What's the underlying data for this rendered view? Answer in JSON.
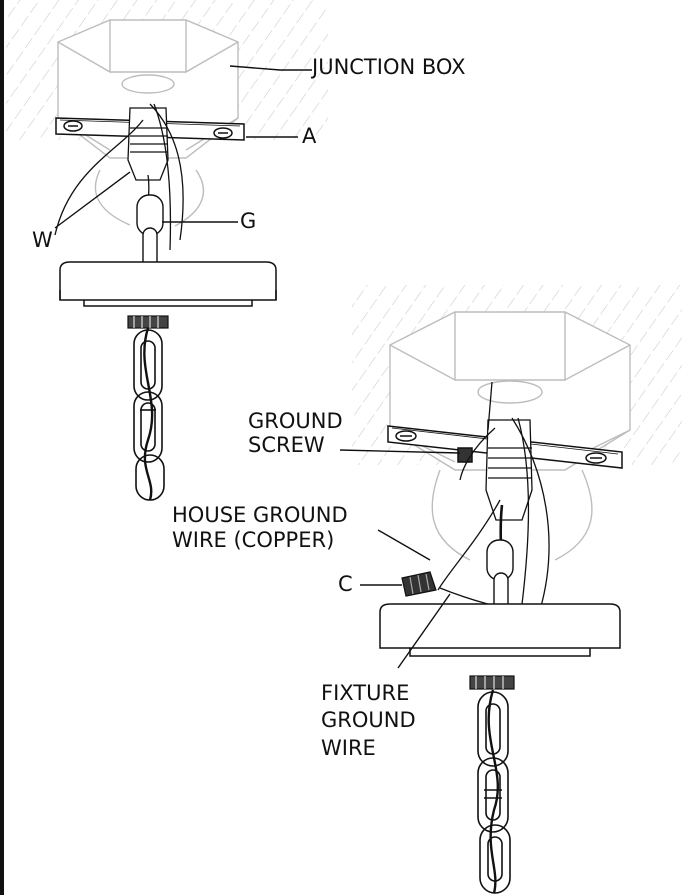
{
  "labels": {
    "junction_box": "JUNCTION BOX",
    "a": "A",
    "w": "W",
    "g": "G",
    "ground_screw_1": "GROUND",
    "ground_screw_2": "SCREW",
    "house_ground_1": "HOUSE GROUND",
    "house_ground_2": "WIRE (COPPER)",
    "c": "C",
    "fixture_ground_1": "FIXTURE",
    "fixture_ground_2": "GROUND",
    "fixture_ground_3": "WIRE"
  },
  "colors": {
    "ink": "#111111",
    "light": "#bdbdbd",
    "hatch": "#c8c8c8"
  }
}
